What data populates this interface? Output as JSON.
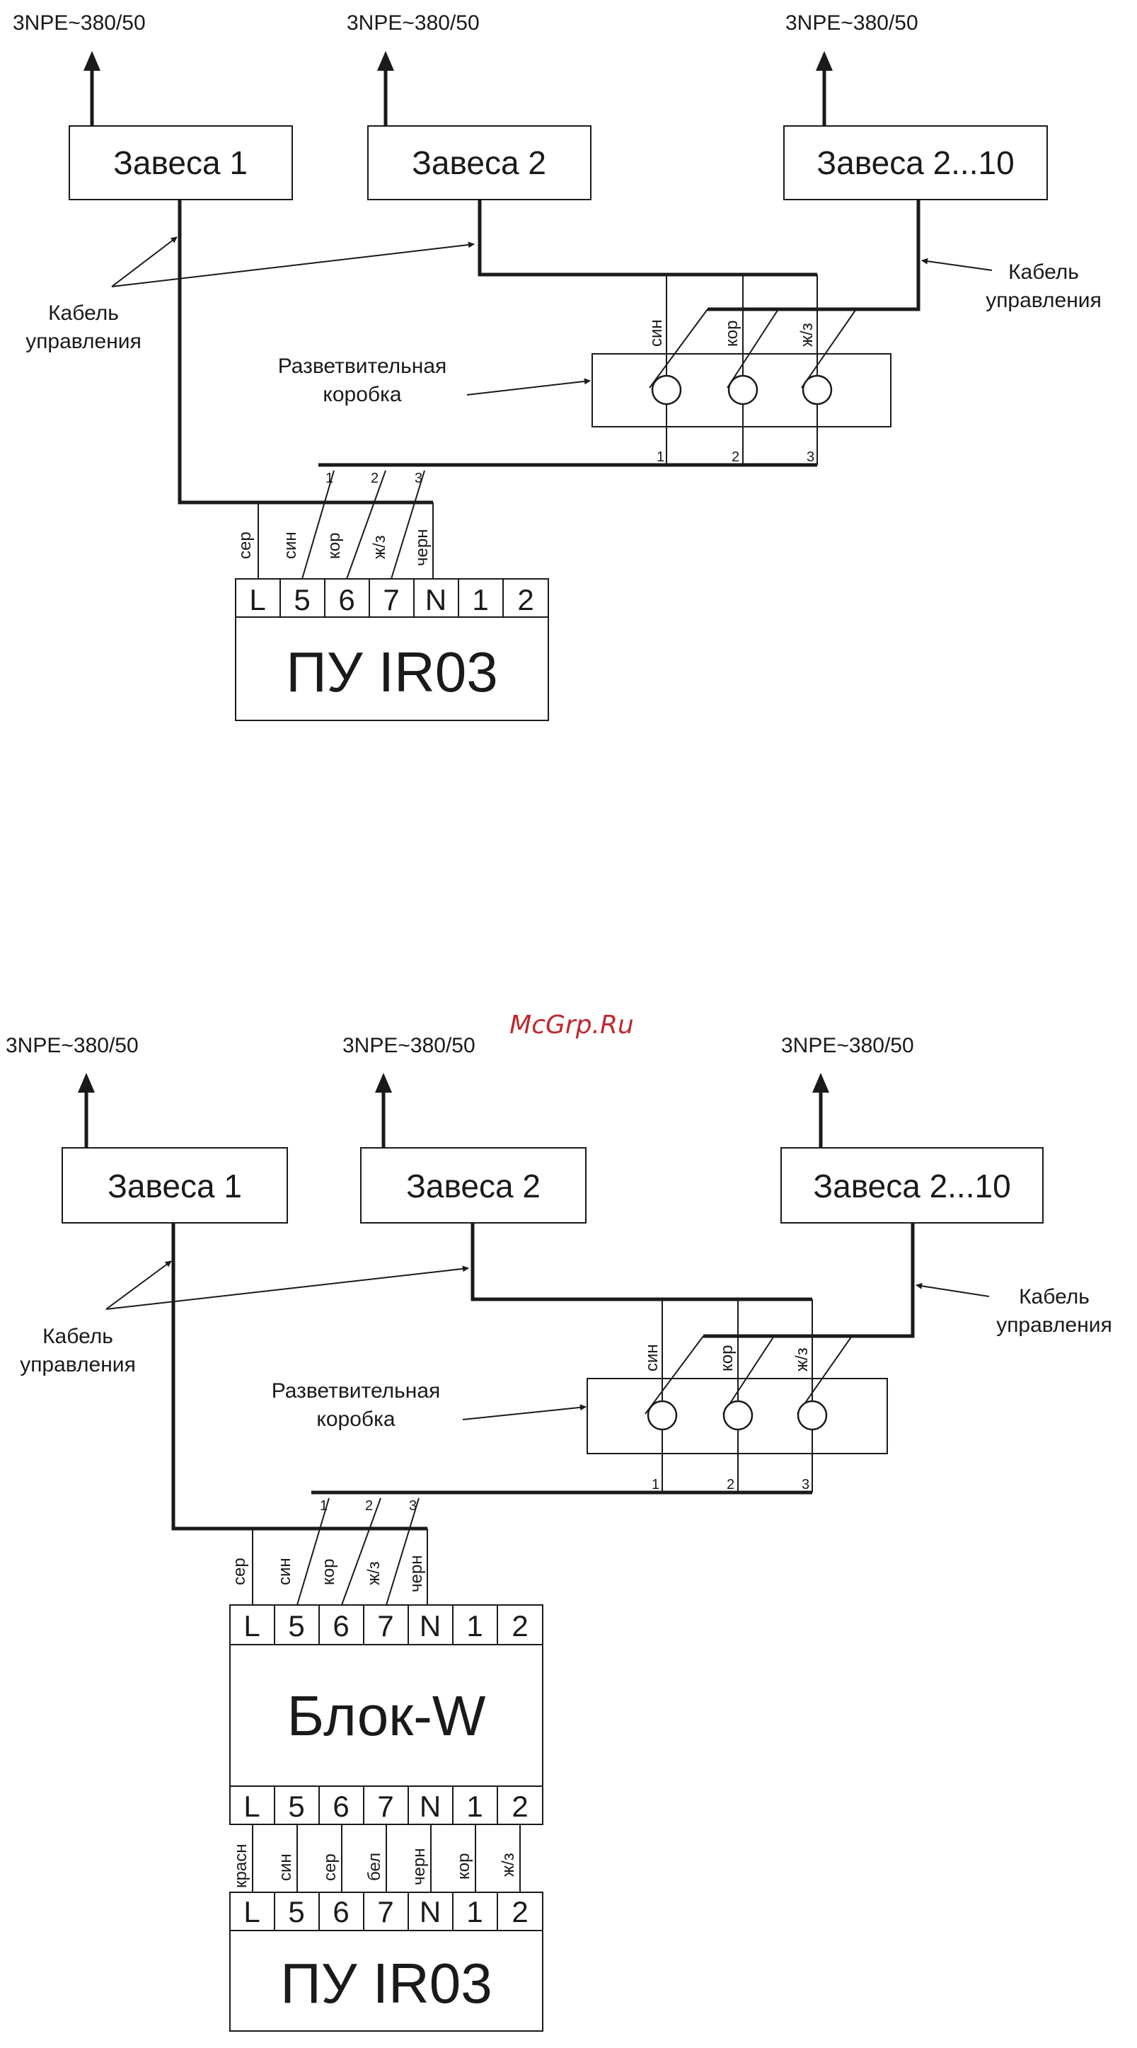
{
  "watermark": "McGrp.Ru",
  "colors": {
    "line": "#1a1a1a",
    "watermark": "#c0282d",
    "background": "#ffffff"
  },
  "diagram1": {
    "supply": [
      "3NPE~380/50",
      "3NPE~380/50",
      "3NPE~380/50"
    ],
    "curtains": [
      "Завеса 1",
      "Завеса 2",
      "Завеса 2...10"
    ],
    "cable_left": [
      "Кабель",
      "управления"
    ],
    "cable_right": [
      "Кабель",
      "управления"
    ],
    "junction_label": [
      "Разветвительная",
      "коробка"
    ],
    "junction_wires": [
      "син",
      "кор",
      "ж/з"
    ],
    "junction_numbers": [
      "1",
      "2",
      "3"
    ],
    "cross_numbers": [
      "1",
      "2",
      "3"
    ],
    "wire_labels": [
      "сер",
      "син",
      "кор",
      "ж/з",
      "черн"
    ],
    "terminals": [
      "L",
      "5",
      "6",
      "7",
      "N",
      "1",
      "2"
    ],
    "device": "ПУ IR03"
  },
  "diagram2": {
    "supply": [
      "3NPE~380/50",
      "3NPE~380/50",
      "3NPE~380/50"
    ],
    "curtains": [
      "Завеса 1",
      "Завеса 2",
      "Завеса 2...10"
    ],
    "cable_left": [
      "Кабель",
      "управления"
    ],
    "cable_right": [
      "Кабель",
      "управления"
    ],
    "junction_label": [
      "Разветвительная",
      "коробка"
    ],
    "junction_wires": [
      "син",
      "кор",
      "ж/з"
    ],
    "junction_numbers": [
      "1",
      "2",
      "3"
    ],
    "cross_numbers": [
      "1",
      "2",
      "3"
    ],
    "wire_labels": [
      "сер",
      "син",
      "кор",
      "ж/з",
      "черн"
    ],
    "block_terminals_top": [
      "L",
      "5",
      "6",
      "7",
      "N",
      "1",
      "2"
    ],
    "block": "Блок-W",
    "block_terminals_bottom": [
      "L",
      "5",
      "6",
      "7",
      "N",
      "1",
      "2"
    ],
    "wire_labels_lower": [
      "красн",
      "син",
      "сер",
      "бел",
      "черн",
      "кор",
      "ж/з"
    ],
    "terminals": [
      "L",
      "5",
      "6",
      "7",
      "N",
      "1",
      "2"
    ],
    "device": "ПУ IR03"
  }
}
